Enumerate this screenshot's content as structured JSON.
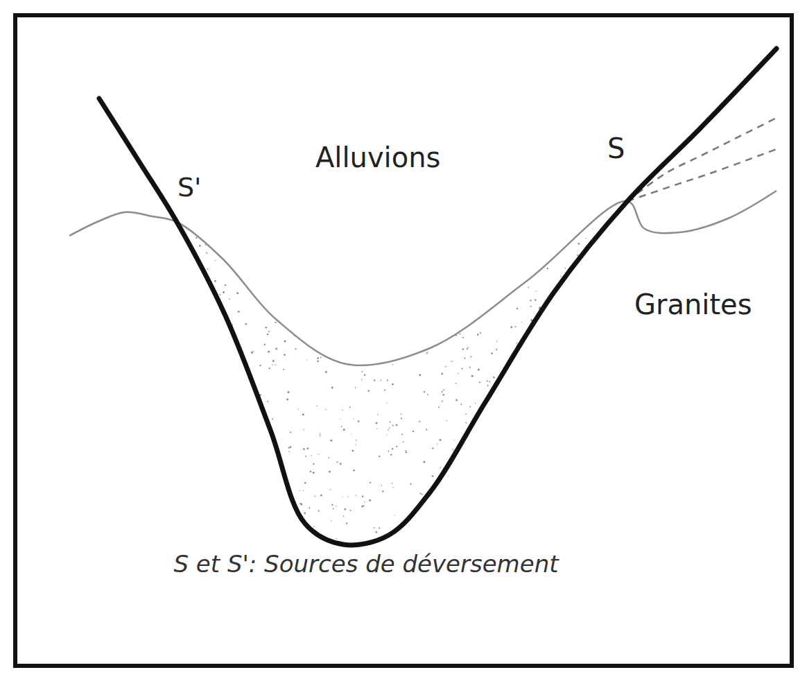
{
  "diagram": {
    "caption": "S et S': Sources de déversement",
    "labels": [
      "S'",
      "Alluvions",
      "S",
      "Granites"
    ]
  }
}
